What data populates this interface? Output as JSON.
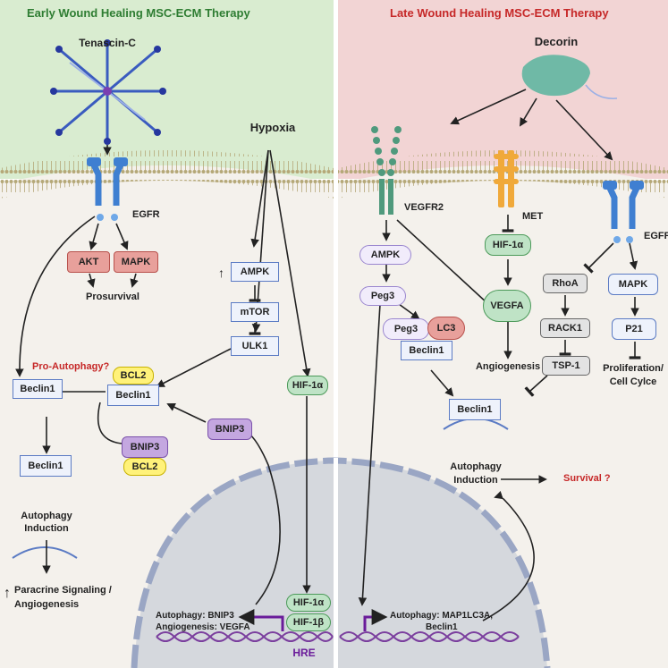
{
  "left_panel": {
    "title": "Early Wound Healing MSC-ECM Therapy",
    "tenascin": "Tenascin-C",
    "hypoxia": "Hypoxia",
    "egfr": "EGFR",
    "akt": "AKT",
    "mapk": "MAPK",
    "prosurvival": "Prosurvival",
    "up_arrow": "↑",
    "ampk": "AMPK",
    "mtor": "mTOR",
    "ulk1": "ULK1",
    "hif1a": "HIF-1α",
    "pro_autophagy": "Pro-Autophagy?",
    "beclin1_a": "Beclin1",
    "bcl2_a": "BCL2",
    "beclin1_b": "Beclin1",
    "bnip3_a": "BNIP3",
    "bnip3_b": "BNIP3",
    "bcl2_b": "BCL2",
    "beclin1_c": "Beclin1",
    "autophagy_induction_1": "Autophagy",
    "autophagy_induction_2": "Induction",
    "paracrine_1": "Paracrine Signaling /",
    "paracrine_2": "Angiogenesis",
    "up_arrow2": "↑",
    "nucleus_hif1a": "HIF-1α",
    "nucleus_hif1b": "HIF-1β",
    "nucleus_text_1": "Autophagy: BNIP3",
    "nucleus_text_2": "Angiogenesis: VEGFA",
    "hre": "HRE"
  },
  "right_panel": {
    "title": "Late Wound Healing MSC-ECM Therapy",
    "decorin": "Decorin",
    "vegfr2": "VEGFR2",
    "met": "MET",
    "egfr": "EGFR",
    "ampk": "AMPK",
    "peg3_a": "Peg3",
    "peg3_b": "Peg3",
    "lc3": "LC3",
    "beclin1_a": "Beclin1",
    "hif1a": "HIF-1α",
    "vegfa": "VEGFA",
    "angiogenesis": "Angiogenesis",
    "rhoa": "RhoA",
    "rack1": "RACK1",
    "tsp1": "TSP-1",
    "mapk": "MAPK",
    "p21": "P21",
    "prolif_1": "Proliferation/",
    "prolif_2": "Cell Cylce",
    "beclin1_b": "Beclin1",
    "autophagy_1": "Autophagy",
    "autophagy_2": "Induction",
    "survival": "Survival ?",
    "nucleus_text_1": "Autophagy: MAP1LC3A,",
    "nucleus_text_2": "Beclin1"
  },
  "colors": {
    "left_bg": "#d9ecd0",
    "right_bg": "#f2d4d4",
    "cytoplasm": "#f4f1ec",
    "nucleus": "#d5d8dd",
    "accent_red": "#c62828",
    "accent_green": "#2e7d32",
    "hre_purple": "#6a1b9a"
  }
}
